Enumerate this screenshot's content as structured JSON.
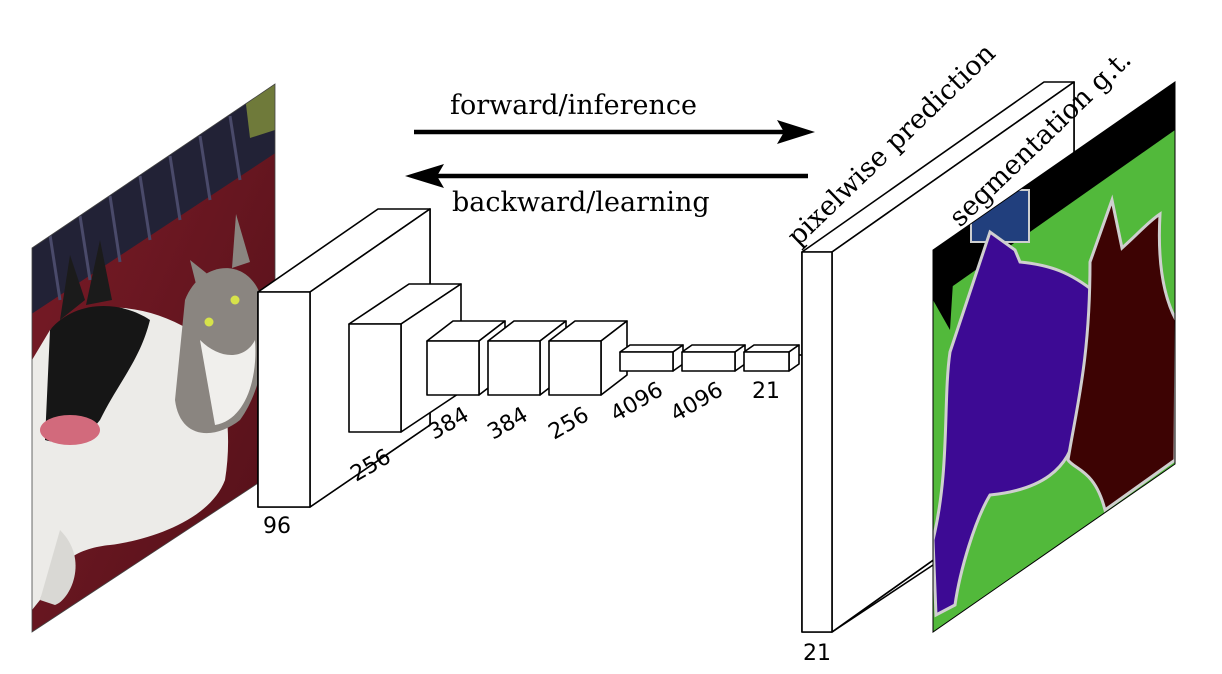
{
  "arrows": {
    "forward_label": "forward/inference",
    "backward_label": "backward/learning"
  },
  "layers": [
    {
      "label": "96"
    },
    {
      "label": "256"
    },
    {
      "label": "384"
    },
    {
      "label": "384"
    },
    {
      "label": "256"
    },
    {
      "label": "4096"
    },
    {
      "label": "4096"
    },
    {
      "label": "21"
    }
  ],
  "output": {
    "label": "pixelwise prediction",
    "channels": "21"
  },
  "ground_truth": {
    "label": "segmentation g.t."
  },
  "colors": {
    "dog_mask": "#3d0a94",
    "cat_mask": "#3d0303",
    "background_mask": "#52b93b",
    "void_region": "#000000",
    "void_boundary": "#cfcfcf",
    "top_patch": "#213f7d",
    "photo_wall": "#222238",
    "photo_couch": "#6e1622"
  },
  "icons": {
    "input_photo": "dog-and-cat-photo",
    "segmentation_map": "segmentation-mask"
  }
}
